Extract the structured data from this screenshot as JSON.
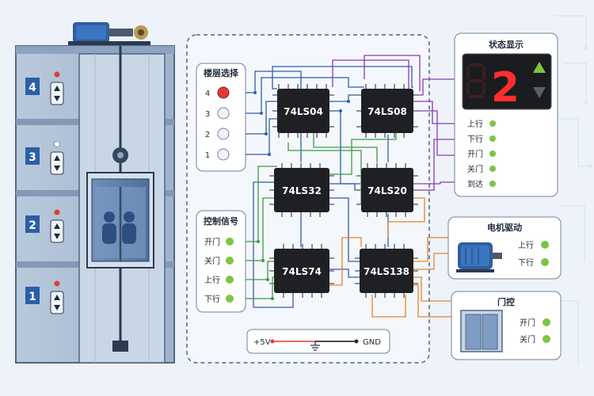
{
  "building": {
    "floors": [
      "4",
      "3",
      "2",
      "1"
    ]
  },
  "floor_select": {
    "title": "楼层选择",
    "buttons": [
      {
        "label": "4",
        "active": true
      },
      {
        "label": "3",
        "active": false
      },
      {
        "label": "2",
        "active": false
      },
      {
        "label": "1",
        "active": false
      }
    ]
  },
  "control_signals": {
    "title": "控制信号",
    "items": [
      "开门",
      "关门",
      "上行",
      "下行"
    ]
  },
  "chips": [
    "74LS04",
    "74LS08",
    "74LS32",
    "74LS20",
    "74LS74",
    "74LS138"
  ],
  "power": {
    "vcc": "+5V",
    "gnd": "GND"
  },
  "status_display": {
    "title": "状态显示",
    "digit": "2",
    "leds": [
      "上行",
      "下行",
      "开门",
      "关门",
      "到达"
    ]
  },
  "motor_drive": {
    "title": "电机驱动",
    "leds": [
      "上行",
      "下行"
    ]
  },
  "door_control": {
    "title": "门控",
    "leds": [
      "开门",
      "关门"
    ]
  },
  "colors": {
    "led_green": "#7cc544",
    "led_red": "#e23a35",
    "segment_red": "#ff2e2e",
    "chip": "#1e2024",
    "wire_blue": "#2f5ea8",
    "wire_purple": "#8a3bb7",
    "wire_green": "#3f9a45",
    "wire_orange": "#e3852e"
  }
}
